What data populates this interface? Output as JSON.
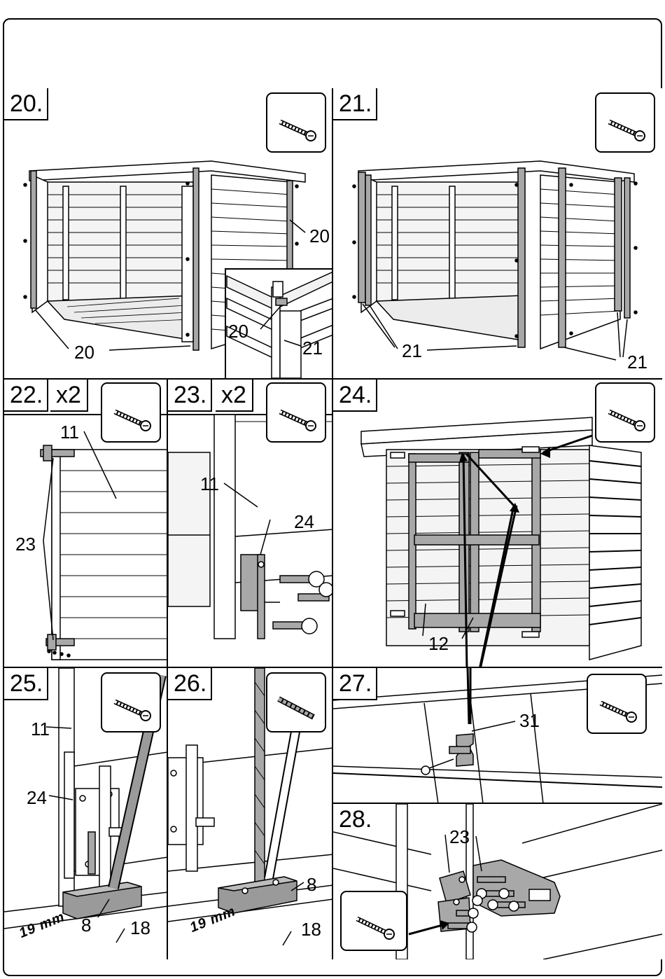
{
  "steps": {
    "s20": {
      "number": "20.",
      "labels": {
        "a": "20",
        "b": "20",
        "c": "20",
        "d": "21"
      }
    },
    "s21": {
      "number": "21.",
      "labels": {
        "a": "21",
        "b": "21"
      }
    },
    "s22": {
      "number": "22.",
      "multiplier": "x2",
      "labels": {
        "a": "11",
        "b": "23"
      }
    },
    "s23": {
      "number": "23.",
      "multiplier": "x2",
      "labels": {
        "a": "11",
        "b": "24"
      }
    },
    "s24": {
      "number": "24.",
      "labels": {
        "a": "12"
      }
    },
    "s25": {
      "number": "25.",
      "labels": {
        "a": "11",
        "b": "24",
        "c": "8",
        "d": "18"
      },
      "dimension": "19 mm"
    },
    "s26": {
      "number": "26.",
      "labels": {
        "a": "8",
        "b": "18"
      },
      "dimension": "19 mm"
    },
    "s27": {
      "number": "27.",
      "labels": {
        "a": "31"
      }
    },
    "s28": {
      "number": "28.",
      "labels": {
        "a": "23"
      }
    }
  },
  "tools": {
    "screw": "screw-icon",
    "drill_bit": "drill-bit-icon"
  },
  "colors": {
    "line": "#000000",
    "part_fill": "#a8a8a8",
    "block_fill": "#9a9a9a",
    "wall_fill": "#f2f2f2"
  }
}
